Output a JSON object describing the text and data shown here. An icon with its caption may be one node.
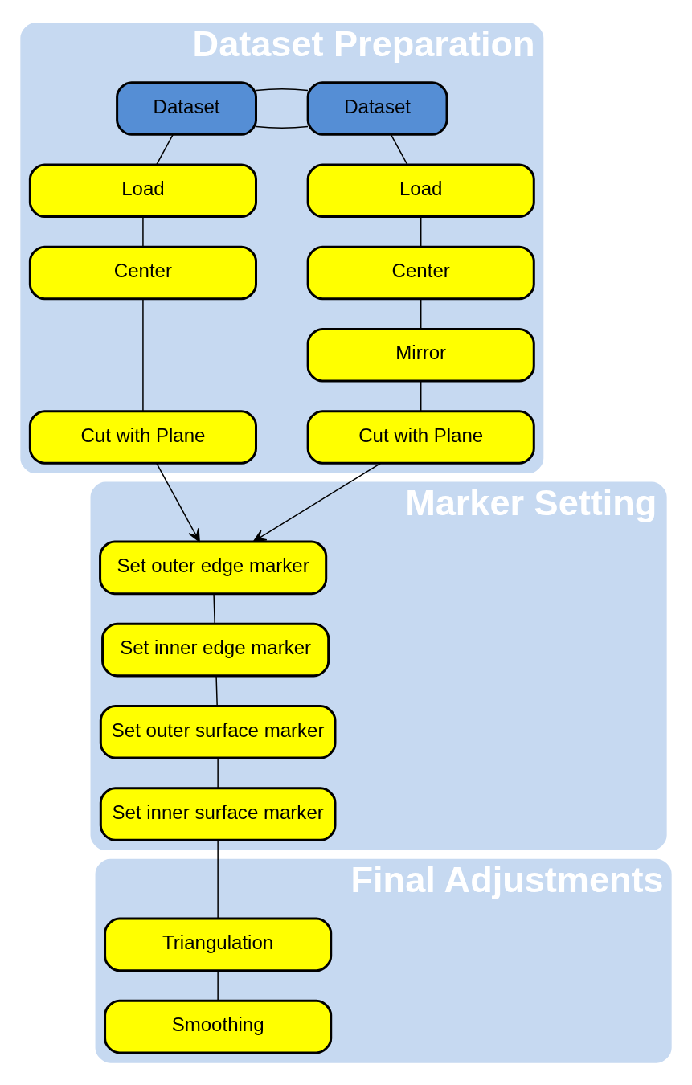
{
  "diagram": {
    "nodes": [
      {
        "text": [
          "Dataset Preparation"
        ]
      },
      {
        "text": [
          "Dataset"
        ],
        "in": 0
      },
      {
        "text": [
          "Dataset"
        ],
        "in": 0
      },
      {
        "text": [
          "Load"
        ],
        "in": 0
      },
      {
        "text": [
          "Load"
        ],
        "in": 0
      },
      {
        "text": [
          "Center"
        ],
        "in": 0
      },
      {
        "text": [
          "Center"
        ],
        "in": 0
      },
      {
        "text": [
          "Mirror"
        ],
        "in": 0
      },
      {
        "text": [
          "Cut with Plane"
        ],
        "in": 0
      },
      {
        "text": [
          "Cut with Plane"
        ],
        "in": 0
      },
      {
        "text": [
          "Marker Setting"
        ]
      },
      {
        "text": [
          "Set outer edge marker"
        ],
        "in": 10
      },
      {
        "text": [
          "Set inner edge marker"
        ],
        "in": 10
      },
      {
        "text": [
          "Set outer surface marker"
        ],
        "in": 10
      },
      {
        "text": [
          "Set inner surface marker"
        ],
        "in": 10
      },
      {
        "text": [
          "Final Adjustments"
        ]
      },
      {
        "text": [
          "Triangulation"
        ],
        "in": 15
      },
      {
        "text": [
          "Smoothing"
        ],
        "in": 15
      }
    ],
    "edges": [
      {
        "from": 1,
        "to": 2,
        "arrow": "none"
      },
      {
        "from": 1,
        "to": 2,
        "arrow": "none"
      },
      {
        "from": 1,
        "to": 3,
        "arrow": "none"
      },
      {
        "from": 3,
        "to": 5,
        "arrow": "none"
      },
      {
        "from": 5,
        "to": 8,
        "arrow": "none"
      },
      {
        "from": 2,
        "to": 4,
        "arrow": "none"
      },
      {
        "from": 4,
        "to": 6,
        "arrow": "none"
      },
      {
        "from": 6,
        "to": 7,
        "arrow": "none"
      },
      {
        "from": 7,
        "to": 9,
        "arrow": "none"
      },
      {
        "from": 8,
        "to": 11,
        "arrow": "to"
      },
      {
        "from": 9,
        "to": 11,
        "arrow": "to"
      },
      {
        "from": 11,
        "to": 12,
        "arrow": "none"
      },
      {
        "from": 12,
        "to": 13,
        "arrow": "none"
      },
      {
        "from": 13,
        "to": 14,
        "arrow": "none"
      },
      {
        "from": 14,
        "to": 16,
        "arrow": "none"
      },
      {
        "from": 16,
        "to": 17,
        "arrow": "none"
      }
    ]
  }
}
